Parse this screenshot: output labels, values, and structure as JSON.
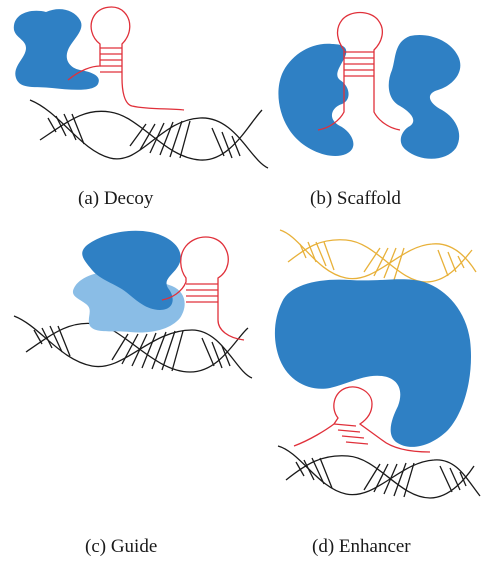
{
  "panels": [
    {
      "id": "a",
      "caption": "(a) Decoy"
    },
    {
      "id": "b",
      "caption": "(b) Scaffold"
    },
    {
      "id": "c",
      "caption": "(c) Guide"
    },
    {
      "id": "d",
      "caption": "(d) Enhancer"
    }
  ],
  "colors": {
    "protein": "#2f80c4",
    "protein_light": "#8abde6",
    "rna": "#e0303a",
    "dna": "#1a1a1a",
    "dna_second": "#e8b13a",
    "caption_text": "#1a1a1a"
  }
}
